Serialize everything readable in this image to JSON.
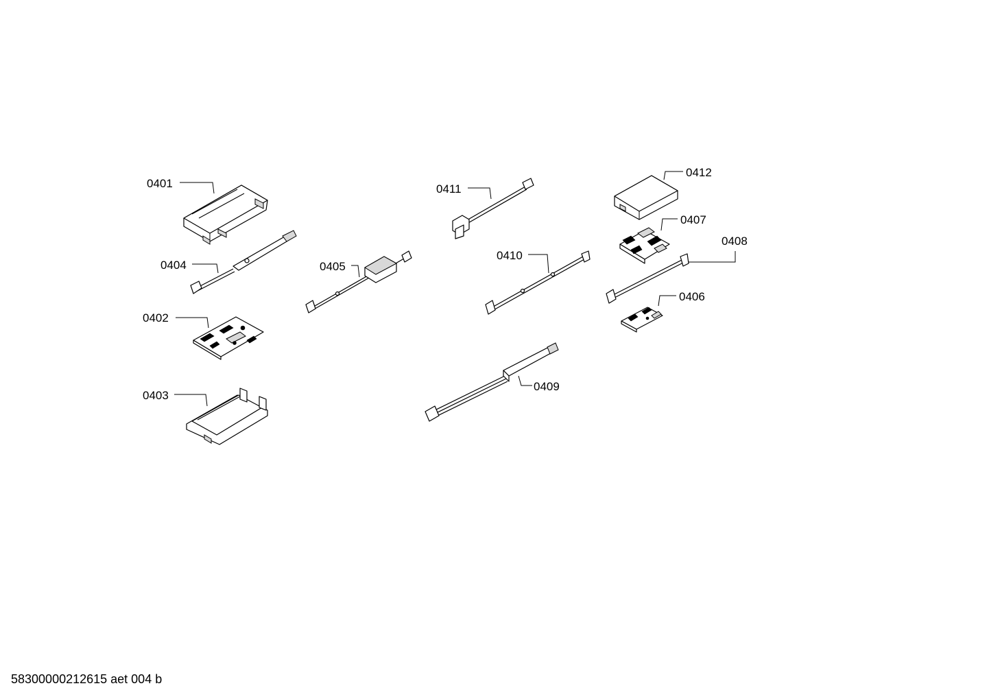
{
  "parts": [
    {
      "id": "p0401",
      "label": "0401"
    },
    {
      "id": "p0404",
      "label": "0404"
    },
    {
      "id": "p0402",
      "label": "0402"
    },
    {
      "id": "p0403",
      "label": "0403"
    },
    {
      "id": "p0405",
      "label": "0405"
    },
    {
      "id": "p0411",
      "label": "0411"
    },
    {
      "id": "p0410",
      "label": "0410"
    },
    {
      "id": "p0409",
      "label": "0409"
    },
    {
      "id": "p0412",
      "label": "0412"
    },
    {
      "id": "p0407",
      "label": "0407"
    },
    {
      "id": "p0408",
      "label": "0408"
    },
    {
      "id": "p0406",
      "label": "0406"
    }
  ],
  "footer": {
    "reference": "58300000212615 aet 004 b"
  }
}
